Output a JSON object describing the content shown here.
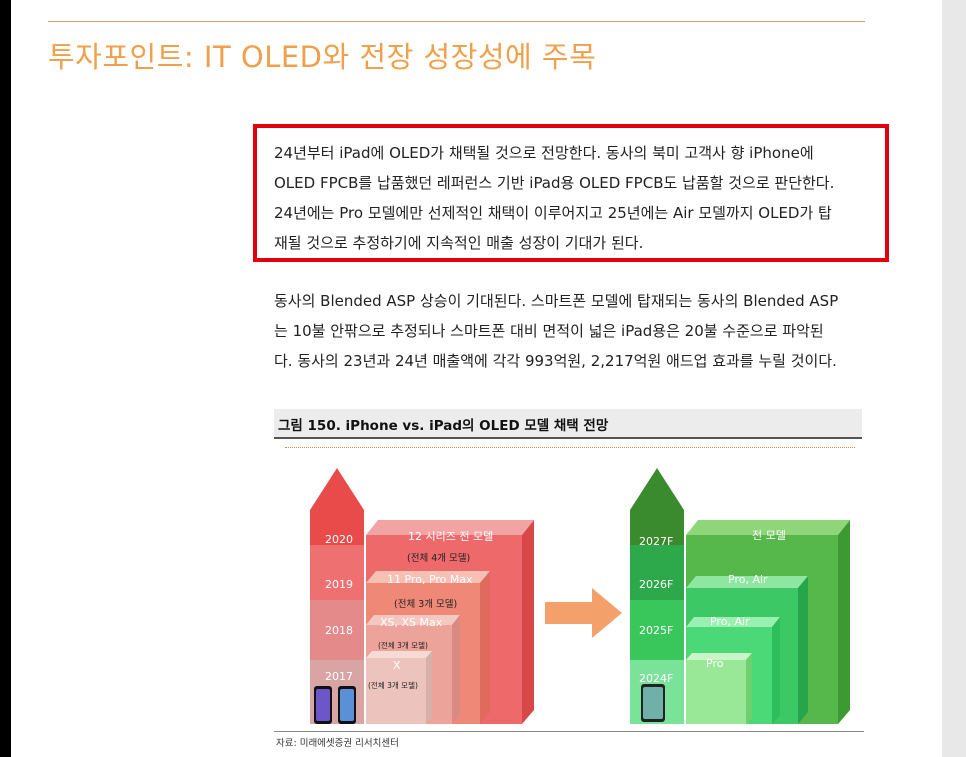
{
  "section_title": "투자포인트: IT OLED와 전장 성장성에 주목",
  "highlight_paragraph": [
    "24년부터 iPad에 OLED가 채택될 것으로 전망한다. 동사의 북미 고객사 향 iPhone에",
    "OLED FPCB를 납품했던 레퍼런스 기반 iPad용 OLED FPCB도 납품할 것으로 판단한다.",
    "24년에는 Pro 모델에만 선제적인 채택이 이루어지고 25년에는 Air 모델까지 OLED가 탑",
    "재될 것으로 추정하기에 지속적인 매출 성장이 기대가 된다."
  ],
  "paragraph2": [
    "동사의 Blended ASP 상승이 기대된다. 스마트폰 모델에 탑재되는 동사의 Blended ASP",
    "는 10불 안팎으로 추정되나 스마트폰 대비 면적이 넓은 iPad용은 20불 수준으로 파악된",
    "다. 동사의 23년과 24년 매출액에 각각 993억원, 2,217억원 애드업 효과를 누릴 것이다."
  ],
  "figure": {
    "title": "그림 150. iPhone vs. iPad의 OLED 모델 채택 전망",
    "source": "자료: 미래에셋증권 리서치센터",
    "left": {
      "years": [
        "2020",
        "2019",
        "2018",
        "2017"
      ],
      "models": [
        "12 시리즈 전 모델",
        "11 Pro, Pro Max",
        "XS, XS Max",
        "X"
      ],
      "counts": [
        "(전체 4개 모델)",
        "(전체 3개 모델)",
        "(전체 3개 모델)",
        "(전체 3개 모델)"
      ]
    },
    "right": {
      "years": [
        "2027F",
        "2026F",
        "2025F",
        "2024F"
      ],
      "models": [
        "전 모델",
        "Pro, Air",
        "Pro, Air",
        "Pro"
      ]
    }
  }
}
